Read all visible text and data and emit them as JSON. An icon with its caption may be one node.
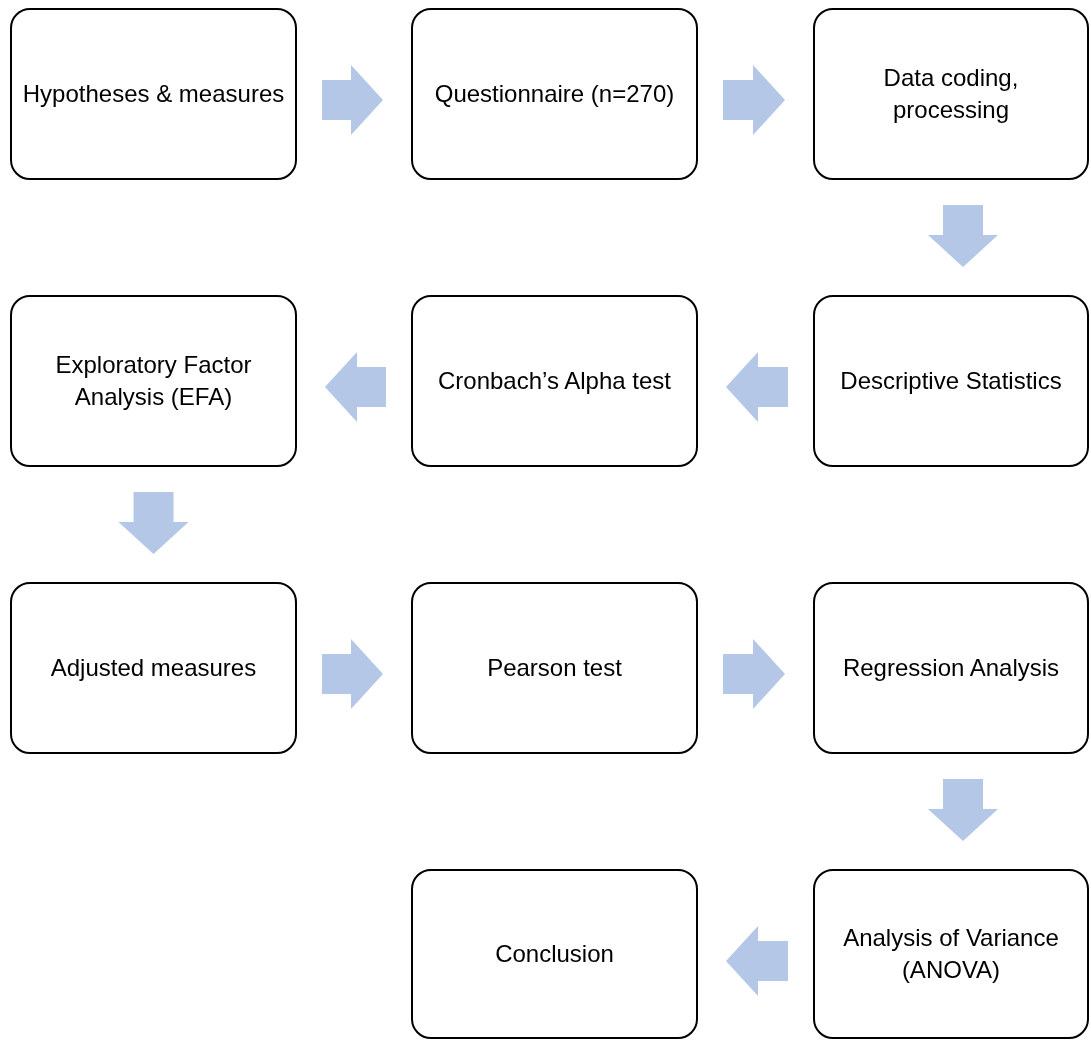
{
  "diagram": {
    "nodes": [
      {
        "text": [
          "Hypotheses & measures"
        ]
      },
      {
        "text": [
          "Questionnaire (n=270)"
        ]
      },
      {
        "text": [
          "Data coding, processing"
        ]
      },
      {
        "text": [
          "Exploratory Factor Analysis (EFA)"
        ]
      },
      {
        "text": [
          "Cronbach’s Alpha test"
        ]
      },
      {
        "text": [
          "Descriptive Statistics"
        ]
      },
      {
        "text": [
          "Adjusted measures"
        ]
      },
      {
        "text": [
          "Pearson test"
        ]
      },
      {
        "text": [
          "Regression Analysis"
        ]
      },
      {
        "text": [
          "Conclusion"
        ]
      },
      {
        "text": [
          "Analysis of Variance (ANOVA)"
        ]
      }
    ],
    "edges": [
      {
        "from": 0,
        "to": 1,
        "arrow": "to"
      },
      {
        "from": 1,
        "to": 2,
        "arrow": "to"
      },
      {
        "from": 2,
        "to": 5,
        "arrow": "to"
      },
      {
        "from": 5,
        "to": 4,
        "arrow": "to"
      },
      {
        "from": 4,
        "to": 3,
        "arrow": "to"
      },
      {
        "from": 3,
        "to": 6,
        "arrow": "to"
      },
      {
        "from": 6,
        "to": 7,
        "arrow": "to"
      },
      {
        "from": 7,
        "to": 8,
        "arrow": "to"
      },
      {
        "from": 8,
        "to": 10,
        "arrow": "to"
      },
      {
        "from": 10,
        "to": 9,
        "arrow": "to"
      }
    ]
  }
}
